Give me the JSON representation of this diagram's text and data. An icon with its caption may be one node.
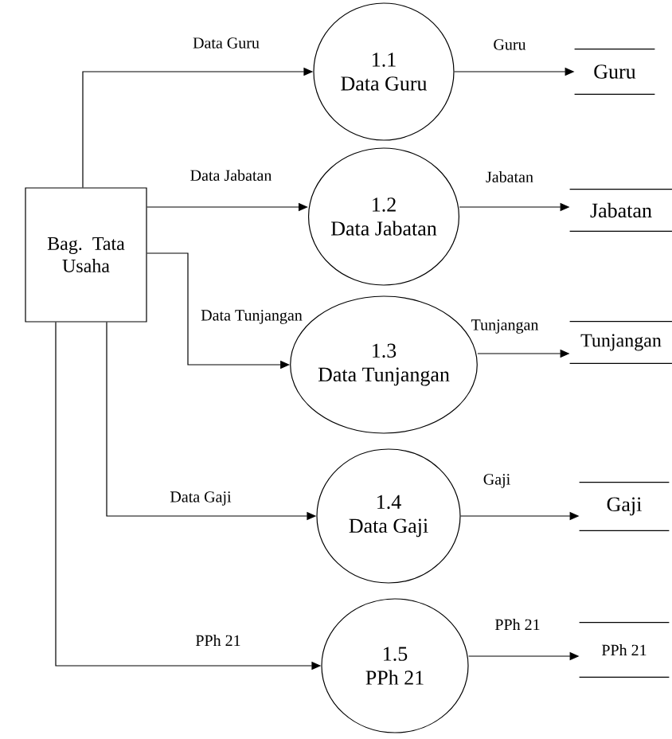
{
  "diagram": {
    "nodes": [
      {
        "text": [
          "Bag. Tata Usaha"
        ]
      },
      {
        "text": [
          "1.1",
          "Data Guru"
        ]
      },
      {
        "text": [
          "1.2",
          "Data Jabatan"
        ]
      },
      {
        "text": [
          "1.3",
          "Data Tunjangan"
        ]
      },
      {
        "text": [
          "1.4",
          "Data Gaji"
        ]
      },
      {
        "text": [
          "1.5",
          "PPh 21"
        ]
      },
      {
        "text": [
          "Guru"
        ]
      },
      {
        "text": [
          "Jabatan"
        ]
      },
      {
        "text": [
          "Tunjangan"
        ]
      },
      {
        "text": [
          "Gaji"
        ]
      },
      {
        "text": [
          "PPh 21"
        ]
      }
    ],
    "edges": [
      {
        "from": 0,
        "to": 1,
        "arrow": "to",
        "label": "Data Guru"
      },
      {
        "from": 0,
        "to": 2,
        "arrow": "to",
        "label": "Data Jabatan"
      },
      {
        "from": 0,
        "to": 3,
        "arrow": "to",
        "label": "Data Tunjangan"
      },
      {
        "from": 0,
        "to": 4,
        "arrow": "to",
        "label": "Data Gaji"
      },
      {
        "from": 0,
        "to": 5,
        "arrow": "to",
        "label": "PPh 21"
      },
      {
        "from": 1,
        "to": 6,
        "arrow": "to",
        "label": "Guru"
      },
      {
        "from": 2,
        "to": 7,
        "arrow": "to",
        "label": "Jabatan"
      },
      {
        "from": 3,
        "to": 8,
        "arrow": "to",
        "label": "Tunjangan"
      },
      {
        "from": 4,
        "to": 9,
        "arrow": "to",
        "label": "Gaji"
      },
      {
        "from": 5,
        "to": 10,
        "arrow": "to",
        "label": "PPh 21"
      }
    ]
  }
}
